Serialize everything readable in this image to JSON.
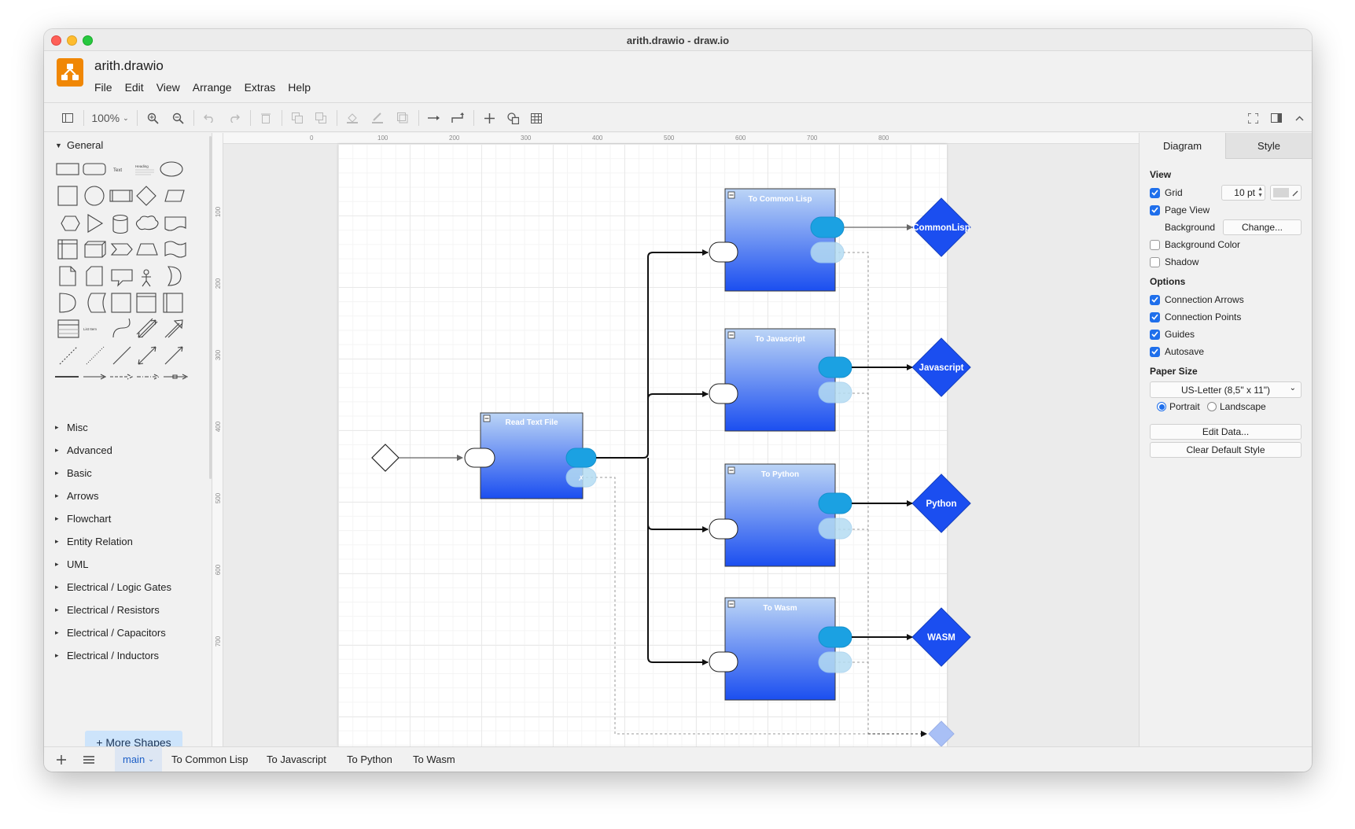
{
  "window": {
    "title": "arith.drawio - draw.io"
  },
  "app": {
    "filename": "arith.drawio"
  },
  "menu": [
    "File",
    "Edit",
    "View",
    "Arrange",
    "Extras",
    "Help"
  ],
  "toolbar": {
    "zoom": "100%"
  },
  "sidebar": {
    "general_label": "General",
    "shape_text_label": "Text",
    "shape_heading_label": "Heading",
    "shape_listitem_label": "List Item",
    "categories": [
      "Misc",
      "Advanced",
      "Basic",
      "Arrows",
      "Flowchart",
      "Entity Relation",
      "UML",
      "Electrical / Logic Gates",
      "Electrical / Resistors",
      "Electrical / Capacitors",
      "Electrical / Inductors"
    ],
    "more_shapes": "+ More Shapes"
  },
  "ruler": {
    "h": [
      "0",
      "100",
      "200",
      "300",
      "400",
      "500",
      "600",
      "700",
      "800"
    ],
    "v": [
      "100",
      "200",
      "300",
      "400",
      "500",
      "600",
      "700"
    ]
  },
  "diagram": {
    "nodes": [
      {
        "id": "read",
        "title": "Read Text File"
      },
      {
        "id": "lisp",
        "title": "To Common Lisp"
      },
      {
        "id": "js",
        "title": "To Javascript"
      },
      {
        "id": "py",
        "title": "To Python"
      },
      {
        "id": "wasm",
        "title": "To Wasm"
      }
    ],
    "outputs": [
      "CommonLisp",
      "Javascript",
      "Python",
      "WASM"
    ],
    "colors": {
      "box_top": "#b9d3f5",
      "box_bottom": "#1b4ef0",
      "port": "#1ba1e2",
      "diamond": "#1b4ef0"
    }
  },
  "format_panel": {
    "tabs": [
      "Diagram",
      "Style"
    ],
    "view_label": "View",
    "grid_label": "Grid",
    "grid_size": "10 pt",
    "page_view_label": "Page View",
    "background_label": "Background",
    "change_button": "Change...",
    "background_color_label": "Background Color",
    "shadow_label": "Shadow",
    "options_label": "Options",
    "connection_arrows_label": "Connection Arrows",
    "connection_points_label": "Connection Points",
    "guides_label": "Guides",
    "autosave_label": "Autosave",
    "paper_size_label": "Paper Size",
    "paper_size_value": "US-Letter (8,5\" x 11\")",
    "portrait_label": "Portrait",
    "landscape_label": "Landscape",
    "edit_data_button": "Edit Data...",
    "clear_style_button": "Clear Default Style",
    "checks": {
      "grid": true,
      "page_view": true,
      "background_color": false,
      "shadow": false,
      "connection_arrows": true,
      "connection_points": true,
      "guides": true,
      "autosave": true
    }
  },
  "pages": {
    "tabs": [
      "main",
      "To Common Lisp",
      "To Javascript",
      "To Python",
      "To Wasm"
    ],
    "active": "main"
  }
}
